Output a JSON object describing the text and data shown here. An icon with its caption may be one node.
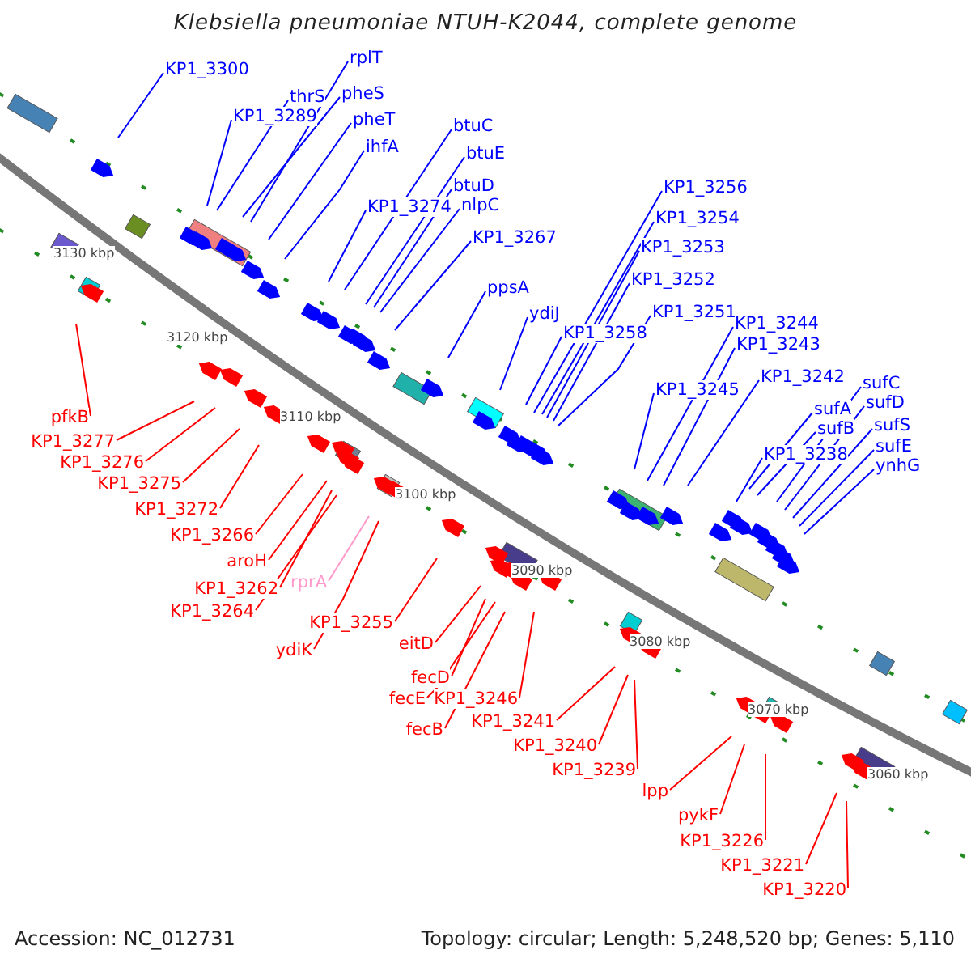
{
  "diagram": {
    "title": "Klebsiella pneumoniae NTUH-K2044, complete genome",
    "nodes": [
      {
        "text": [
          "KP1_3300"
        ]
      },
      {
        "text": [
          "rplT"
        ]
      },
      {
        "text": [
          "thrS"
        ]
      },
      {
        "text": [
          "KP1_3289"
        ]
      },
      {
        "text": [
          "pheS"
        ]
      },
      {
        "text": [
          "pheT"
        ]
      },
      {
        "text": [
          "ihfA"
        ]
      },
      {
        "text": [
          "btuC"
        ]
      },
      {
        "text": [
          "btuE"
        ]
      },
      {
        "text": [
          "btuD"
        ]
      },
      {
        "text": [
          "nlpC"
        ]
      },
      {
        "text": [
          "KP1_3274"
        ]
      },
      {
        "text": [
          "KP1_3267"
        ]
      },
      {
        "text": [
          "ppsA"
        ]
      },
      {
        "text": [
          "ydiJ"
        ]
      },
      {
        "text": [
          "KP1_3258"
        ]
      },
      {
        "text": [
          "KP1_3256"
        ]
      },
      {
        "text": [
          "KP1_3254"
        ]
      },
      {
        "text": [
          "KP1_3253"
        ]
      },
      {
        "text": [
          "KP1_3252"
        ]
      },
      {
        "text": [
          "KP1_3251"
        ]
      },
      {
        "text": [
          "KP1_3244"
        ]
      },
      {
        "text": [
          "KP1_3243"
        ]
      },
      {
        "text": [
          "KP1_3245"
        ]
      },
      {
        "text": [
          "KP1_3242"
        ]
      },
      {
        "text": [
          "sufA"
        ]
      },
      {
        "text": [
          "sufB"
        ]
      },
      {
        "text": [
          "KP1_3238"
        ]
      },
      {
        "text": [
          "sufC"
        ]
      },
      {
        "text": [
          "sufD"
        ]
      },
      {
        "text": [
          "sufS"
        ]
      },
      {
        "text": [
          "sufE"
        ]
      },
      {
        "text": [
          "ynhG"
        ]
      },
      {
        "text": [
          "pfkB"
        ]
      },
      {
        "text": [
          "KP1_3277"
        ]
      },
      {
        "text": [
          "KP1_3276"
        ]
      },
      {
        "text": [
          "KP1_3275"
        ]
      },
      {
        "text": [
          "KP1_3272"
        ]
      },
      {
        "text": [
          "KP1_3266"
        ]
      },
      {
        "text": [
          "aroH"
        ]
      },
      {
        "text": [
          "KP1_3262"
        ]
      },
      {
        "text": [
          "KP1_3264"
        ]
      },
      {
        "text": [
          "rprA"
        ]
      },
      {
        "text": [
          "KP1_3255"
        ]
      },
      {
        "text": [
          "ydiK"
        ]
      },
      {
        "text": [
          "eitD"
        ]
      },
      {
        "text": [
          "fecD"
        ]
      },
      {
        "text": [
          "fecE"
        ]
      },
      {
        "text": [
          "KP1_3246"
        ]
      },
      {
        "text": [
          "fecB"
        ]
      },
      {
        "text": [
          "KP1_3241"
        ]
      },
      {
        "text": [
          "KP1_3240"
        ]
      },
      {
        "text": [
          "KP1_3239"
        ]
      },
      {
        "text": [
          "lpp"
        ]
      },
      {
        "text": [
          "pykF"
        ]
      },
      {
        "text": [
          "KP1_3226"
        ]
      },
      {
        "text": [
          "KP1_3221"
        ]
      },
      {
        "text": [
          "KP1_3220"
        ]
      }
    ],
    "edges": [
      {
        "from": 0,
        "to": null,
        "arrow": "none"
      },
      {
        "from": 1,
        "to": null,
        "arrow": "none"
      },
      {
        "from": 2,
        "to": null,
        "arrow": "none"
      },
      {
        "from": 3,
        "to": null,
        "arrow": "none"
      },
      {
        "from": 4,
        "to": null,
        "arrow": "none"
      },
      {
        "from": 5,
        "to": null,
        "arrow": "none"
      },
      {
        "from": 6,
        "to": null,
        "arrow": "none"
      },
      {
        "from": 7,
        "to": null,
        "arrow": "none"
      },
      {
        "from": 8,
        "to": null,
        "arrow": "none"
      },
      {
        "from": 9,
        "to": null,
        "arrow": "none"
      },
      {
        "from": 10,
        "to": null,
        "arrow": "none"
      },
      {
        "from": 11,
        "to": null,
        "arrow": "none"
      },
      {
        "from": 12,
        "to": null,
        "arrow": "none"
      },
      {
        "from": 13,
        "to": null,
        "arrow": "none"
      },
      {
        "from": 14,
        "to": null,
        "arrow": "none"
      },
      {
        "from": 15,
        "to": null,
        "arrow": "none"
      },
      {
        "from": 16,
        "to": null,
        "arrow": "none"
      },
      {
        "from": 17,
        "to": null,
        "arrow": "none"
      },
      {
        "from": 18,
        "to": null,
        "arrow": "none"
      },
      {
        "from": 19,
        "to": null,
        "arrow": "none"
      },
      {
        "from": 20,
        "to": null,
        "arrow": "none"
      },
      {
        "from": 21,
        "to": null,
        "arrow": "none"
      },
      {
        "from": 22,
        "to": null,
        "arrow": "none"
      },
      {
        "from": 23,
        "to": null,
        "arrow": "none"
      },
      {
        "from": 24,
        "to": null,
        "arrow": "none"
      },
      {
        "from": 25,
        "to": null,
        "arrow": "none"
      },
      {
        "from": 26,
        "to": null,
        "arrow": "none"
      },
      {
        "from": 27,
        "to": null,
        "arrow": "none"
      },
      {
        "from": 28,
        "to": null,
        "arrow": "none"
      },
      {
        "from": 29,
        "to": null,
        "arrow": "none"
      },
      {
        "from": 30,
        "to": null,
        "arrow": "none"
      },
      {
        "from": 31,
        "to": null,
        "arrow": "none"
      },
      {
        "from": 32,
        "to": null,
        "arrow": "none"
      },
      {
        "from": 33,
        "to": null,
        "arrow": "none",
        "color": "#ff0000"
      },
      {
        "from": 34,
        "to": null,
        "arrow": "none",
        "color": "#ff0000"
      },
      {
        "from": 35,
        "to": null,
        "arrow": "none",
        "color": "#ff0000"
      },
      {
        "from": 36,
        "to": null,
        "arrow": "none",
        "color": "#ff0000"
      },
      {
        "from": 37,
        "to": null,
        "arrow": "none",
        "color": "#ff0000"
      },
      {
        "from": 38,
        "to": null,
        "arrow": "none",
        "color": "#ff0000"
      },
      {
        "from": 39,
        "to": null,
        "arrow": "none",
        "color": "#ff0000"
      },
      {
        "from": 40,
        "to": null,
        "arrow": "none",
        "color": "#ff0000"
      },
      {
        "from": 41,
        "to": null,
        "arrow": "none",
        "color": "#ff0000"
      },
      {
        "from": 42,
        "to": null,
        "arrow": "none",
        "color": "#ff99cc"
      },
      {
        "from": 43,
        "to": null,
        "arrow": "none",
        "color": "#ff0000"
      },
      {
        "from": 44,
        "to": null,
        "arrow": "none",
        "color": "#ff0000"
      },
      {
        "from": 45,
        "to": null,
        "arrow": "none",
        "color": "#ff0000"
      },
      {
        "from": 46,
        "to": null,
        "arrow": "none",
        "color": "#ff0000"
      },
      {
        "from": 47,
        "to": null,
        "arrow": "none",
        "color": "#ff0000"
      },
      {
        "from": 48,
        "to": null,
        "arrow": "none",
        "color": "#ff0000"
      },
      {
        "from": 49,
        "to": null,
        "arrow": "none",
        "color": "#ff0000"
      },
      {
        "from": 50,
        "to": null,
        "arrow": "none",
        "color": "#ff0000"
      },
      {
        "from": 51,
        "to": null,
        "arrow": "none",
        "color": "#ff0000"
      },
      {
        "from": 52,
        "to": null,
        "arrow": "none",
        "color": "#ff0000"
      },
      {
        "from": 53,
        "to": null,
        "arrow": "none",
        "color": "#ff0000"
      },
      {
        "from": 54,
        "to": null,
        "arrow": "none",
        "color": "#ff0000"
      },
      {
        "from": 55,
        "to": null,
        "arrow": "none",
        "color": "#ff0000"
      },
      {
        "from": 56,
        "to": null,
        "arrow": "none",
        "color": "#ff0000"
      },
      {
        "from": 57,
        "to": null,
        "arrow": "none",
        "color": "#ff0000"
      }
    ],
    "labels": [
      "3130 kbp",
      "3120 kbp",
      "3110 kbp",
      "3100 kbp",
      "3090 kbp",
      "3080 kbp",
      "3070 kbp",
      "3060 kbp",
      "Accession: NC_012731",
      "Topology: circular; Length: 5,248,520 bp; Genes: 5,110"
    ]
  }
}
